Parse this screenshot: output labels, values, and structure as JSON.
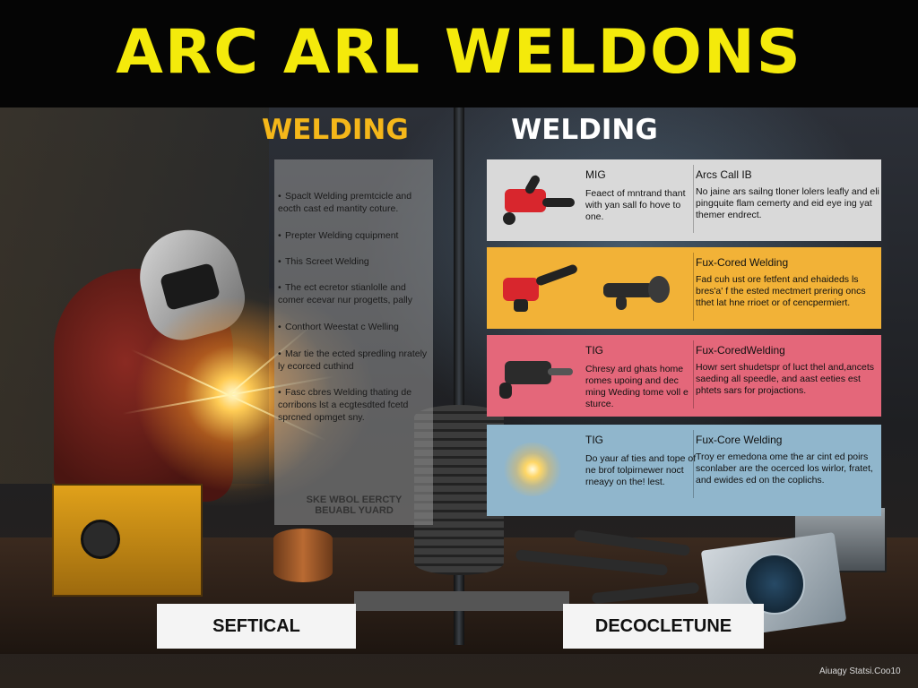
{
  "title": "ARC  ARL WELDONS",
  "left_section": {
    "heading": "WELDING",
    "items": [
      "Spaclt Welding premtcicle and eocth cast ed mantity coture.",
      "Prepter Welding cquipment",
      "This Screet Welding",
      "The ect ecretor stianlolle and comer ecevar nur progetts, pally",
      "Conthort Weestat c Welling",
      "Mar tie the ected spredling nrately ly ecorced cuthind",
      "Fasc cbres Welding thating de corribons lst a ecgtesdted fcetd sprcned opmget sny."
    ],
    "footer": "SKE WBOL EERCTY BEUABL YUARD",
    "bottom_label": "SEFTICAL"
  },
  "right_section": {
    "heading": "WELDING",
    "rows": [
      {
        "name": "MIG",
        "desc": "Feaect of mntrand thant with yan sall fo hove to one.",
        "name2": "Arcs Call IB",
        "desc2": "No jaine ars sailng tloner lolers leafly and eli pingquite flam cemerty and eid eye ing yat themer endrect.",
        "bg": "#d9d9d9",
        "icon": "mig-gun-icon",
        "icon_color": "#d8262d"
      },
      {
        "name": "",
        "desc": "",
        "name2": "Fux-Cored Welding",
        "desc2": "Fad cuh ust ore fetfent and ehaideds ls bres'a' f the ested mectmert prering oncs tthet lat hne rrioet or of cencpermiert.",
        "bg": "#f2b237",
        "icon": "flux-core-gun-icon",
        "icon_color": "#d8262d"
      },
      {
        "name": "TIG",
        "desc": "Chresy ard ghats home romes upoing and dec ming Weding tome voll e sturce.",
        "name2": "Fux-CoredWelding",
        "desc2": "Howr sert shudetspr of luct thel and,ancets saeding all speedle, and aast eeties est phtets sars for projactions.",
        "bg": "#e4677a",
        "icon": "tig-torch-icon",
        "icon_color": "#2b2b2b"
      },
      {
        "name": "TIG",
        "desc": "Do yaur af ties and tope of ne brof tolpirnewer noct rneayy on the! lest.",
        "name2": "Fux-Core Welding",
        "desc2": "Troy er emedona ome the ar cint ed poirs sconlaber are the ocerced los wirlor, fratet, and ewides ed on the coplichs.",
        "bg": "#90b6cc",
        "icon": "spark-icon",
        "icon_color": "#fff3a0"
      }
    ],
    "bottom_label": "DECOCLETUNE"
  },
  "watermark": "Aiuagy Statsi.Coo10"
}
